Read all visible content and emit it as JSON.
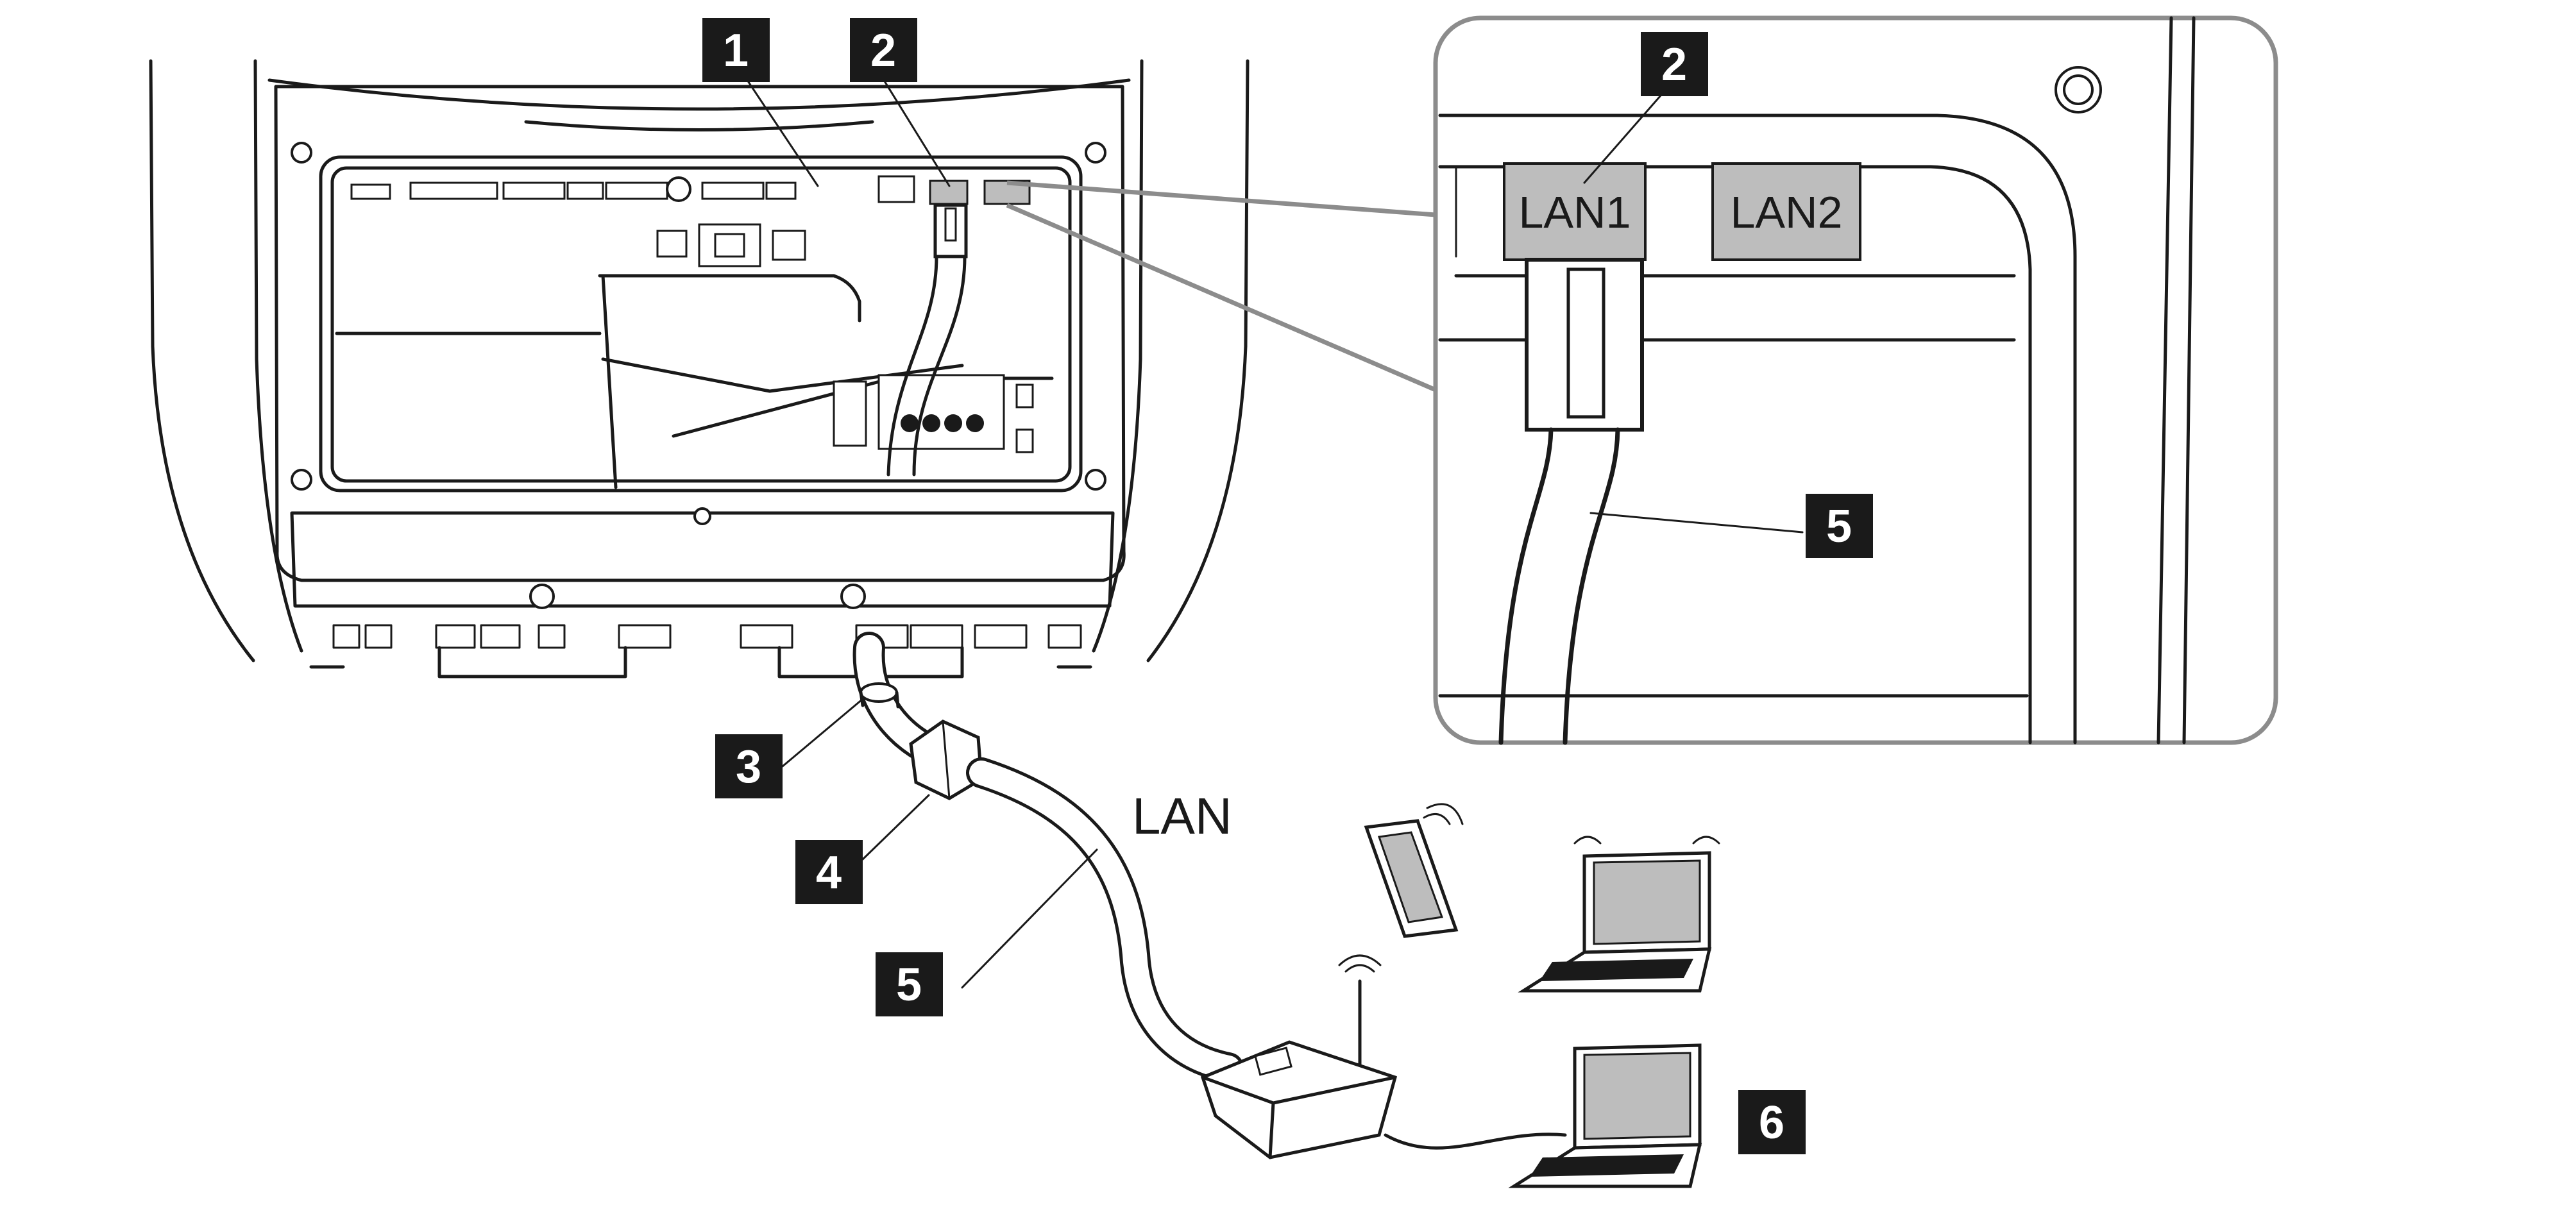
{
  "callouts": {
    "c1": "1",
    "c2": "2",
    "c2_detail": "2",
    "c3": "3",
    "c4": "4",
    "c5": "5",
    "c5_detail": "5",
    "c6": "6"
  },
  "ports": {
    "lan1": "LAN1",
    "lan2": "LAN2"
  },
  "cable_label": "LAN",
  "colors": {
    "line": "#1a1a1a",
    "port_fill": "#bdbdbd",
    "frame_stroke": "#8c8c8c",
    "screen_fill": "#bdbdbd"
  },
  "icons": [
    "inverter-housing",
    "network-router-icon",
    "tablet-icon",
    "laptop-icon",
    "wifi-signal-icon"
  ]
}
